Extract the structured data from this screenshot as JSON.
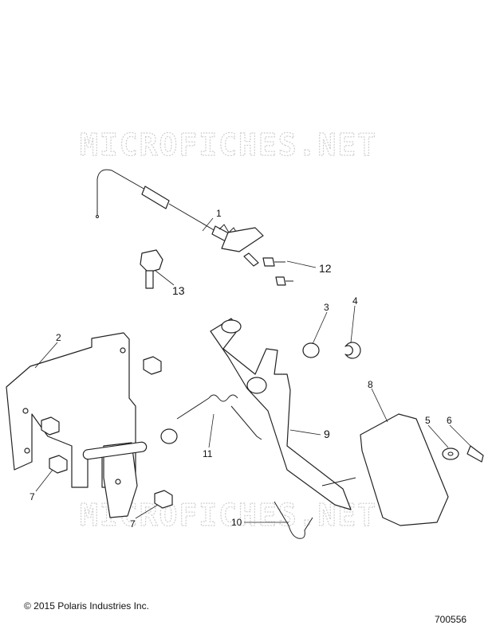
{
  "watermark": "MICROFICHES.NET",
  "callouts": [
    {
      "id": "1",
      "label": "1"
    },
    {
      "id": "2",
      "label": "2"
    },
    {
      "id": "3",
      "label": "3"
    },
    {
      "id": "4",
      "label": "4"
    },
    {
      "id": "5",
      "label": "5"
    },
    {
      "id": "6",
      "label": "6"
    },
    {
      "id": "7a",
      "label": "7"
    },
    {
      "id": "7b",
      "label": "7"
    },
    {
      "id": "8",
      "label": "8"
    },
    {
      "id": "9",
      "label": "9"
    },
    {
      "id": "10",
      "label": "10"
    },
    {
      "id": "11",
      "label": "11"
    },
    {
      "id": "12",
      "label": "12"
    },
    {
      "id": "13",
      "label": "13"
    }
  ],
  "copyright": "© 2015 Polaris Industries Inc.",
  "drawing_number": "700556"
}
